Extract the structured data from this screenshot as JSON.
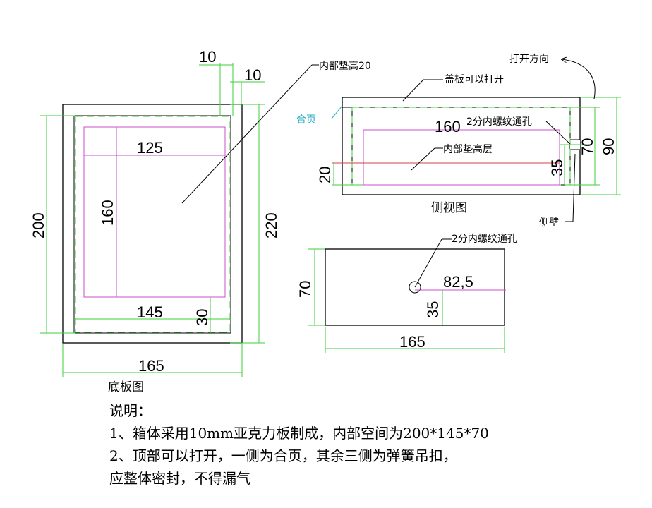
{
  "colors": {
    "outline": "#000000",
    "green": "#3cd23c",
    "magenta": "#c850c8",
    "red": "#d24646",
    "cyan": "#2ab0c8"
  },
  "bottom_plate": {
    "caption": "底板图",
    "dims": {
      "top_a": "10",
      "top_b": "10",
      "inner_w": "125",
      "inner_h": "160",
      "outer_h": "200",
      "right_h": "220",
      "mid_w": "145",
      "mid_h": "30",
      "outer_w": "165"
    },
    "callout": "内部垫高20"
  },
  "side_view": {
    "caption": "侧视图",
    "labels": {
      "open_direction": "打开方向",
      "lid": "盖板可以打开",
      "hinge": "合页",
      "hole": "2分内螺纹通孔",
      "raised_layer": "内部垫高层",
      "side_wall": "侧壁"
    },
    "dims": {
      "inner_w": "160",
      "raise_h": "20",
      "hole_h": "35",
      "inner_h": "70",
      "outer_h": "90"
    }
  },
  "side_wall": {
    "label": "2分内螺纹通孔",
    "dims": {
      "height": "70",
      "hole_x": "82,5",
      "hole_y": "35",
      "width": "165"
    }
  },
  "notes": {
    "title": "说明：",
    "line1": "1、箱体采用10mm亚克力板制成，内部空间为200*145*70",
    "line2": "2、顶部可以打开，一侧为合页，其余三侧为弹簧吊扣，",
    "line3": "应整体密封，不得漏气"
  }
}
